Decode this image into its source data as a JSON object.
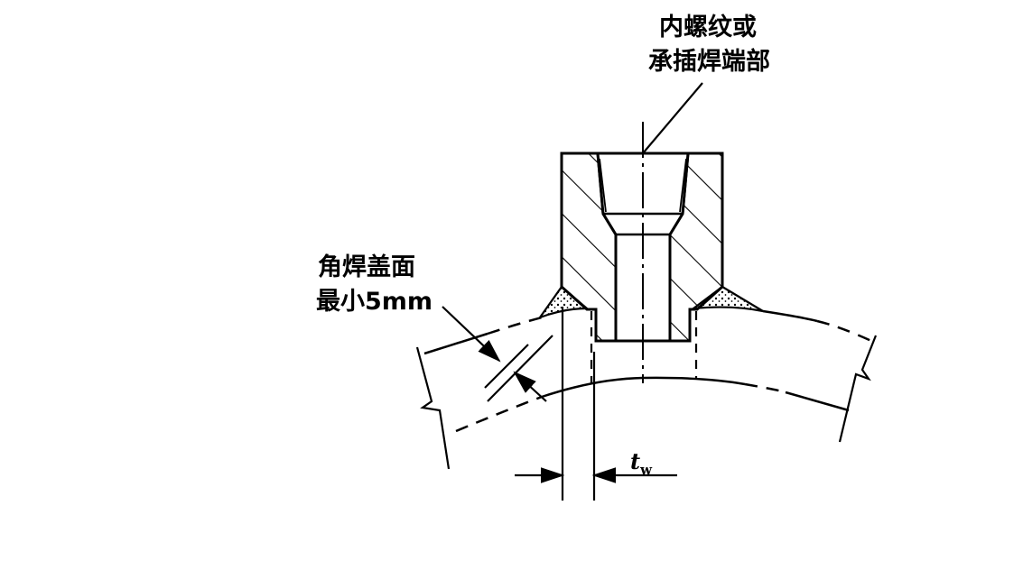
{
  "labels": {
    "top_line1": "内螺纹或",
    "top_line2": "承插焊端部",
    "left_line1": "角焊盖面",
    "left_line2": "最小5mm",
    "thickness_symbol": "t",
    "thickness_subscript": "w"
  },
  "colors": {
    "ink": "#000000",
    "background": "#ffffff"
  }
}
